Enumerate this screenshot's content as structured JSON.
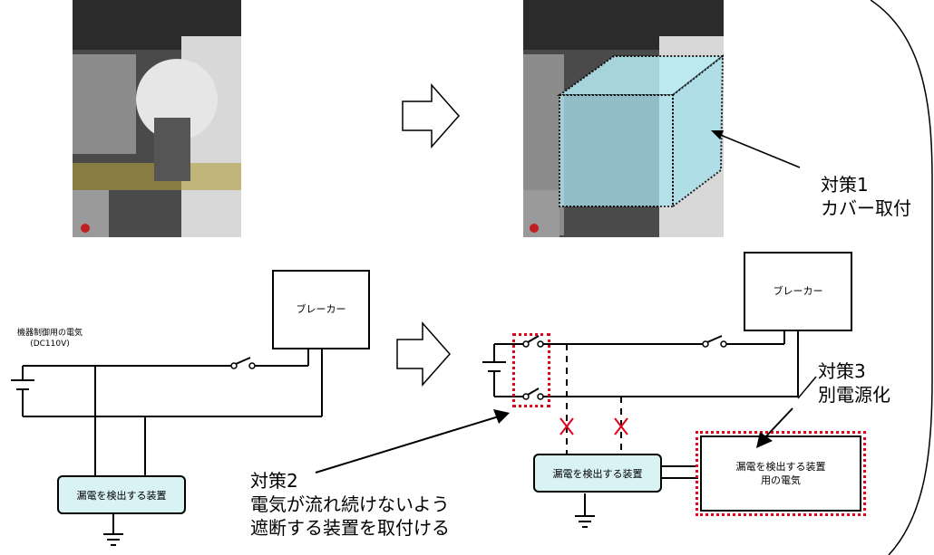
{
  "top": {
    "measure1": {
      "line1": "対策1",
      "line2": "カバー取付"
    }
  },
  "left": {
    "power_label_line1": "機器制御用の電気",
    "power_label_line2": "(DC110V)",
    "breaker_label": "ブレーカー",
    "leak_label": "漏電を検出する装置"
  },
  "right": {
    "breaker_label": "ブレーカー",
    "leak_label": "漏電を検出する装置",
    "leak_power_line1": "漏電を検出する装置",
    "leak_power_line2": "用の電気",
    "measure2": {
      "line1": "対策2",
      "line2": "電気が流れ続けないよう",
      "line3": "遮断する装置を取付ける"
    },
    "measure3": {
      "line1": "対策3",
      "line2": "別電源化"
    }
  },
  "colors": {
    "accent_red": "#e0001a",
    "leak_box_fill": "#d9f2f4",
    "cover_fill": "#a8e4f0"
  },
  "icons": [
    "right-arrow-icon",
    "ground-icon",
    "battery-icon",
    "switch-icon",
    "cross-mark-icon"
  ]
}
